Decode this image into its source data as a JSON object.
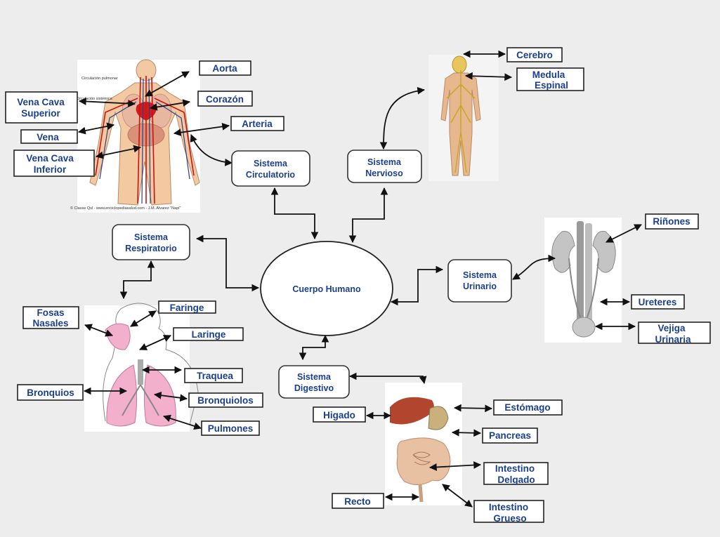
{
  "center": {
    "label": "Cuerpo Humano"
  },
  "systems": {
    "circulatorio": [
      "Sistema",
      "Circulatorio"
    ],
    "nervioso": [
      "Sistema",
      "Nervioso"
    ],
    "respiratorio": [
      "Sistema",
      "Respiratorio"
    ],
    "urinario": [
      "Sistema",
      "Urinario"
    ],
    "digestivo": [
      "Sistema",
      "Digestivo"
    ]
  },
  "labels": {
    "aorta": [
      "Aorta"
    ],
    "corazon": [
      "Corazón"
    ],
    "arteria": [
      "Arteria"
    ],
    "vena_cava_superior": [
      "Vena Cava",
      "Superior"
    ],
    "vena": [
      "Vena"
    ],
    "vena_cava_inferior": [
      "Vena Cava",
      "Inferior"
    ],
    "cerebro": [
      "Cerebro"
    ],
    "medula_espinal": [
      "Medula",
      "Espinal"
    ],
    "rinones": [
      "Riñones"
    ],
    "ureteres": [
      "Ureteres"
    ],
    "vejiga_urinaria": [
      "Vejiga",
      "Urinaria"
    ],
    "fosas_nasales": [
      "Fosas",
      "Nasales"
    ],
    "faringe": [
      "Faringe"
    ],
    "laringe": [
      "Laringe"
    ],
    "traquea": [
      "Traquea"
    ],
    "bronquios": [
      "Bronquios"
    ],
    "bronquiolos": [
      "Bronquiolos"
    ],
    "pulmones": [
      "Pulmones"
    ],
    "higado": [
      "Higado"
    ],
    "estomago": [
      "Estómago"
    ],
    "pancreas": [
      "Pancreas"
    ],
    "intestino_delgado": [
      "Intestino",
      "Delgado"
    ],
    "intestino_grueso": [
      "Intestino",
      "Grueso"
    ],
    "recto": [
      "Recto"
    ]
  },
  "image_text": {
    "circulacion_pulmonar": "Circulación pulmonar",
    "circulacion_sistemica": "Circulación sistémica",
    "credit": "© Classe Qsl - www.enciclopediasalud.com - J.M. Alvarez \"Napi\""
  }
}
